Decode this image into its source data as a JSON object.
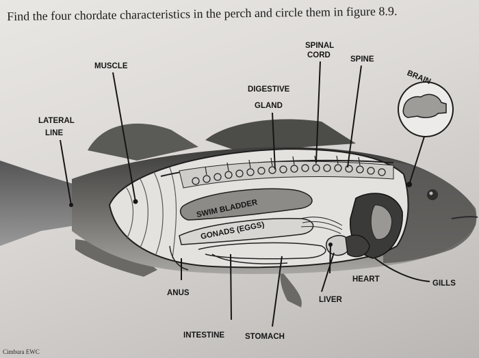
{
  "instruction": "Find the four chordate characteristics in the perch and circle them in figure 8.9.",
  "labels": {
    "spinal_cord": [
      "SPINAL",
      "CORD"
    ],
    "spine": "SPINE",
    "brain": "BRAIN",
    "muscle": "MUSCLE",
    "digestive_gland": [
      "DIGESTIVE",
      "GLAND"
    ],
    "lateral_line": [
      "LATERAL",
      "LINE"
    ],
    "swim_bladder": "SWIM BLADDER",
    "gonads": "GONADS (EGGS)",
    "heart": "HEART",
    "gills": "GILLS",
    "anus": "ANUS",
    "liver": "LIVER",
    "intestine": "INTESTINE",
    "stomach": "STOMACH"
  },
  "footer": "Cimbura EWC"
}
